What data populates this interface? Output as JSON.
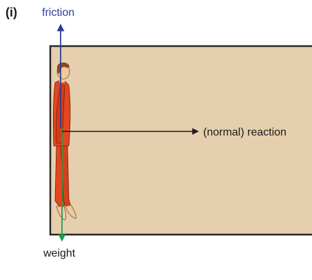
{
  "part_label": "(i)",
  "forces": {
    "friction": {
      "label": "friction",
      "color": "#2e3c96"
    },
    "reaction": {
      "label": "(normal) reaction",
      "color": "#1a1a1a"
    },
    "weight": {
      "label": "weight",
      "color": "#1aa04a"
    }
  },
  "colors": {
    "wall_fill": "#e6cfae",
    "wall_border": "#2a2520",
    "suit": "#e4461e",
    "skin": "#f0c9a0",
    "hair": "#8a4a1e"
  }
}
